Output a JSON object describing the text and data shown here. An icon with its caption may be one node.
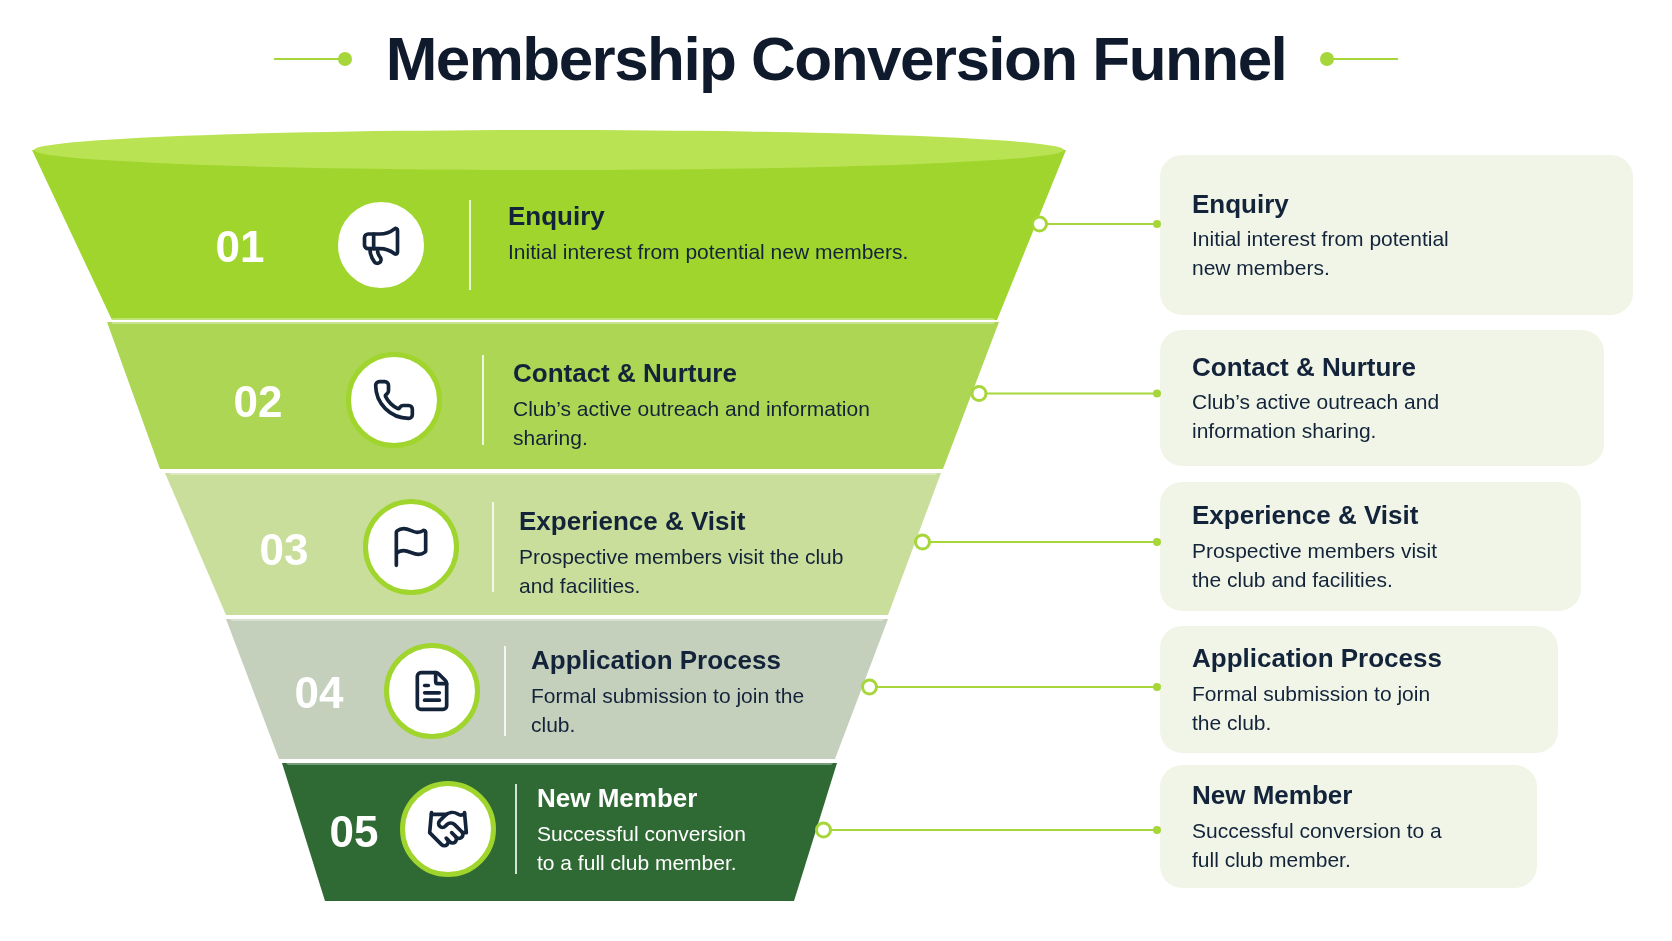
{
  "diagram": {
    "title": "Membership Conversion Funnel",
    "nodes": [
      {
        "text": [
          "01",
          "Enquiry",
          "Initial interest from potential new members."
        ]
      },
      {
        "text": [
          "02",
          "Contact & Nurture",
          "Club’s active outreach and information sharing."
        ]
      },
      {
        "text": [
          "03",
          "Experience & Visit",
          "Prospective members visit the club and facilities."
        ]
      },
      {
        "text": [
          "04",
          "Application Process",
          "Formal submission to join the club."
        ]
      },
      {
        "text": [
          "05",
          "New Member",
          "Successful conversion to a full club member."
        ]
      },
      {
        "text": [
          "Enquiry",
          "Initial interest from potential new members."
        ]
      },
      {
        "text": [
          "Contact & Nurture",
          "Club’s active outreach and information sharing."
        ]
      },
      {
        "text": [
          "Experience & Visit",
          "Prospective members visit the club and facilities."
        ]
      },
      {
        "text": [
          "Application Process",
          "Formal submission to join the club."
        ]
      },
      {
        "text": [
          "New Member",
          "Successful conversion to a full club member."
        ]
      }
    ],
    "edges": [
      {
        "from": 0,
        "to": 5,
        "arrow": "other"
      },
      {
        "from": 1,
        "to": 6,
        "arrow": "other"
      },
      {
        "from": 2,
        "to": 7,
        "arrow": "other"
      },
      {
        "from": 3,
        "to": 8,
        "arrow": "other"
      },
      {
        "from": 4,
        "to": 9,
        "arrow": "other"
      }
    ]
  }
}
